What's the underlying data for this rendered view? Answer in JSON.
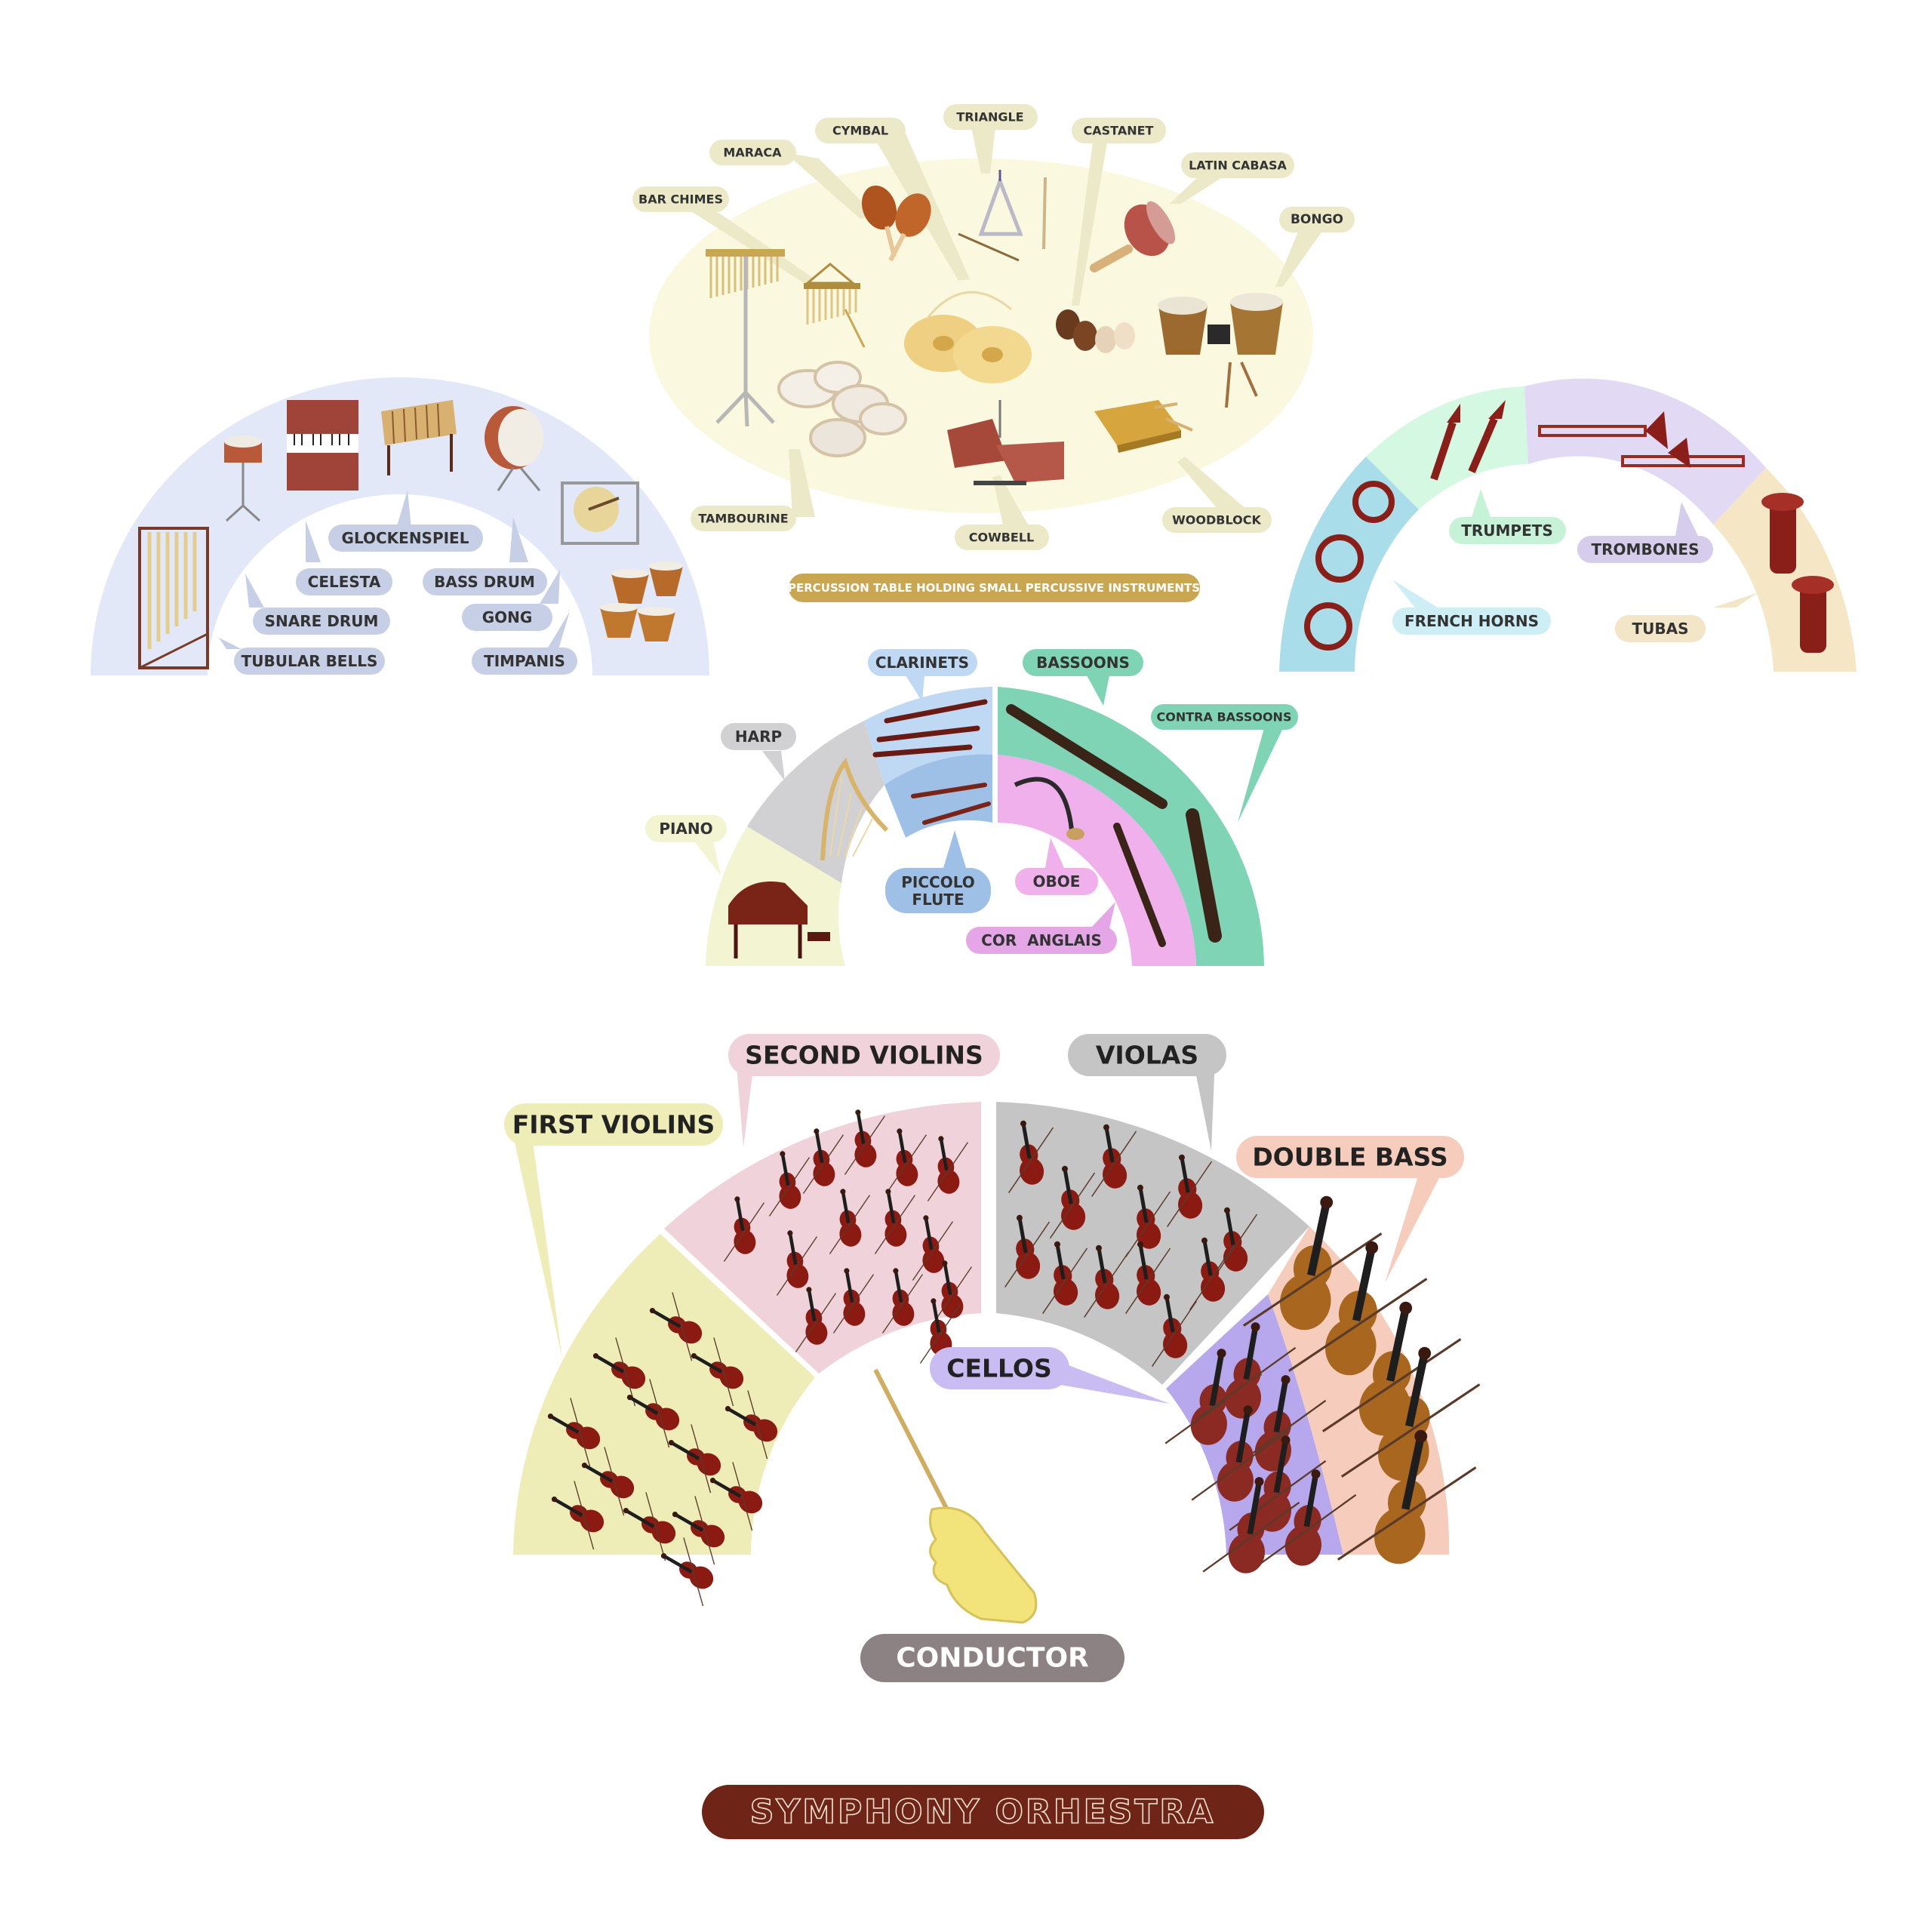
{
  "title": "SYMPHONY ORHESTRA",
  "colors": {
    "title_bg": "#6e2416",
    "conductor_bg": "#8c8283",
    "percussion_fill": "#faf8df",
    "percussion_left_fill": "#e3e8f8",
    "strings_brown": "#7a1e12",
    "wood_brown": "#8a4a1e"
  },
  "percussion_table": {
    "caption": "PERCUSSION TABLE HOLDING SMALL PERCUSSIVE INSTRUMENTS",
    "labels": {
      "maraca": "MARACA",
      "cymbal": "CYMBAL",
      "triangle": "TRIANGLE",
      "castanet": "CASTANET",
      "latin_cabasa": "LATIN CABASA",
      "bongo": "BONGO",
      "bar_chimes": "BAR CHIMES",
      "tambourine": "TAMBOURINE",
      "cowbell": "COWBELL",
      "woodblock": "WOODBLOCK"
    }
  },
  "percussion_section": {
    "labels": {
      "glockenspiel": "GLOCKENSPIEL",
      "celesta": "CELESTA",
      "bass_drum": "BASS DRUM",
      "snare_drum": "SNARE DRUM",
      "gong": "GONG",
      "tubular_bells": "TUBULAR BELLS",
      "timpanis": "TIMPANIS"
    }
  },
  "brass_section": {
    "labels": {
      "trumpets": "TRUMPETS",
      "trombones": "TROMBONES",
      "french_horns": "FRENCH HORNS",
      "tubas": "TUBAS"
    }
  },
  "woodwind_section": {
    "labels": {
      "clarinets": "CLARINETS",
      "bassoons": "BASSOONS",
      "contra_bassoons": "CONTRA BASSOONS",
      "harp": "HARP",
      "piano": "PIANO",
      "piccolo": "PICCOLO",
      "flute": "FLUTE",
      "oboe": "OBOE",
      "cor_anglais": "COR  ANGLAIS"
    }
  },
  "string_section": {
    "labels": {
      "first_violins": "FIRST VIOLINS",
      "second_violins": "SECOND VIOLINS",
      "violas": "VIOLAS",
      "double_bass": "DOUBLE BASS",
      "cellos": "CELLOS"
    }
  },
  "conductor": "CONDUCTOR"
}
